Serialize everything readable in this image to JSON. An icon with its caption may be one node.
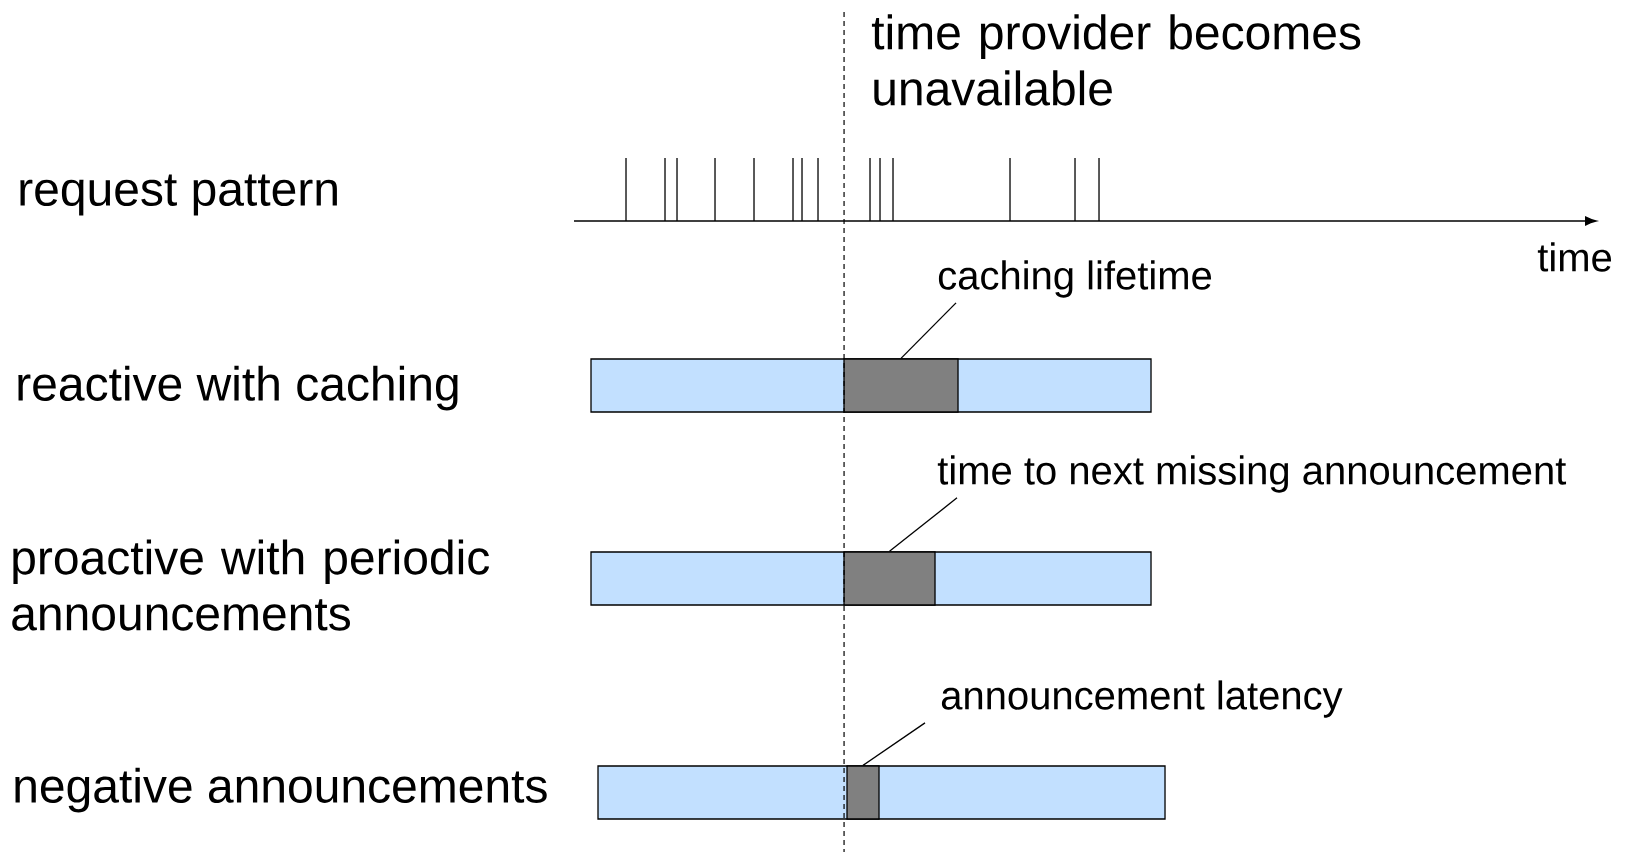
{
  "diagram": {
    "nodes": [
      {
        "text": [],
        "shape": "bar"
      },
      {
        "text": [],
        "shape": "bar",
        "in": 0
      },
      {
        "text": [
          "caching lifetime"
        ]
      },
      {
        "text": [],
        "shape": "bar"
      },
      {
        "text": [],
        "shape": "bar",
        "in": 3
      },
      {
        "text": [
          "time to next missing announcement"
        ]
      },
      {
        "text": [],
        "shape": "bar"
      },
      {
        "text": [],
        "shape": "bar",
        "in": 6
      },
      {
        "text": [
          "announcement latency"
        ]
      }
    ],
    "edges": [
      {
        "from": 2,
        "to": 1,
        "arrow": "none"
      },
      {
        "from": 5,
        "to": 4,
        "arrow": "none"
      },
      {
        "from": 8,
        "to": 7,
        "arrow": "none"
      }
    ],
    "labels": [
      "time provider becomes unavailable",
      "request pattern",
      "time",
      "reactive with caching",
      "proactive with periodic announcements",
      "negative announcements"
    ]
  }
}
